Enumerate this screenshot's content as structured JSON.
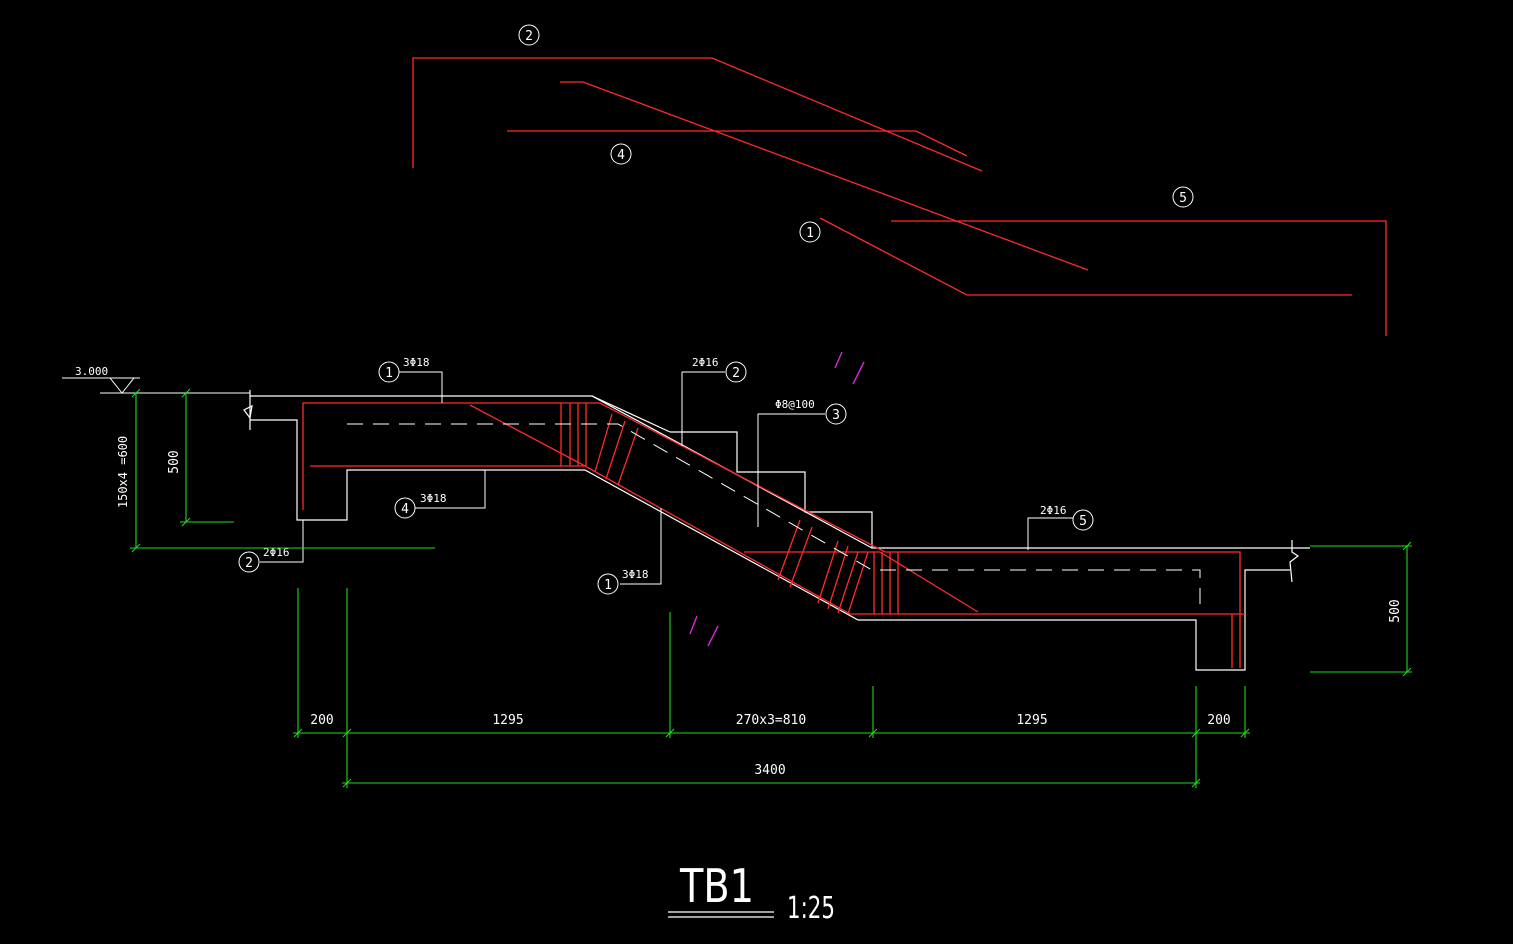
{
  "colors": {
    "background": "#000000",
    "rebar": "#ff2a2a",
    "outline": "#ffffff",
    "dimension": "#22d81e",
    "accent": "#d82ad8"
  },
  "bar_marks": {
    "bar1": "1",
    "bar2": "2",
    "bar3": "3",
    "bar4": "4",
    "bar5": "5"
  },
  "leader_labels": {
    "bar1_upper": "3Φ18",
    "bar2_upper": "2Φ16",
    "bar3_stirrup": "Φ8@100",
    "bar4_lower": "3Φ18",
    "bar2_lower": "2Φ16",
    "bar1_lower": "3Φ18",
    "bar5_right": "2Φ16"
  },
  "elevation": {
    "value": "3.000"
  },
  "dimensions": {
    "left_height": "150x4 =600",
    "left_depth": "500",
    "right_depth": "500",
    "segments": [
      "200",
      "1295",
      "270x3=810",
      "1295",
      "200"
    ],
    "total": "3400"
  },
  "title": {
    "name": "TB1",
    "scale": "1:25"
  }
}
